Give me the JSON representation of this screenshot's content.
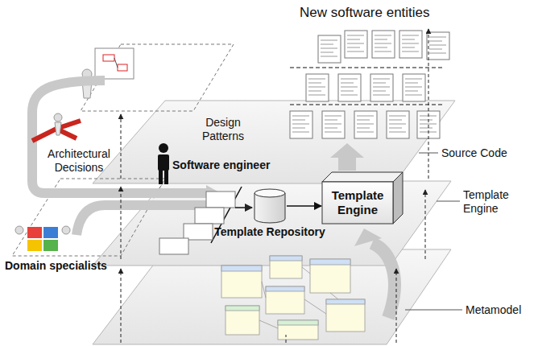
{
  "diagram": {
    "nodes": [
      {
        "text": [
          "Template Repository"
        ]
      },
      {
        "text": [
          "Template Engine"
        ]
      }
    ],
    "edges": [
      {
        "from": 0,
        "to": 1,
        "arrow": "to"
      }
    ],
    "labels": [
      "New software entities",
      "Design Patterns",
      "Software engineer",
      "Architectural Decisions",
      "Source Code",
      "Template Engine",
      "Metamodel",
      "Domain specialists"
    ]
  }
}
